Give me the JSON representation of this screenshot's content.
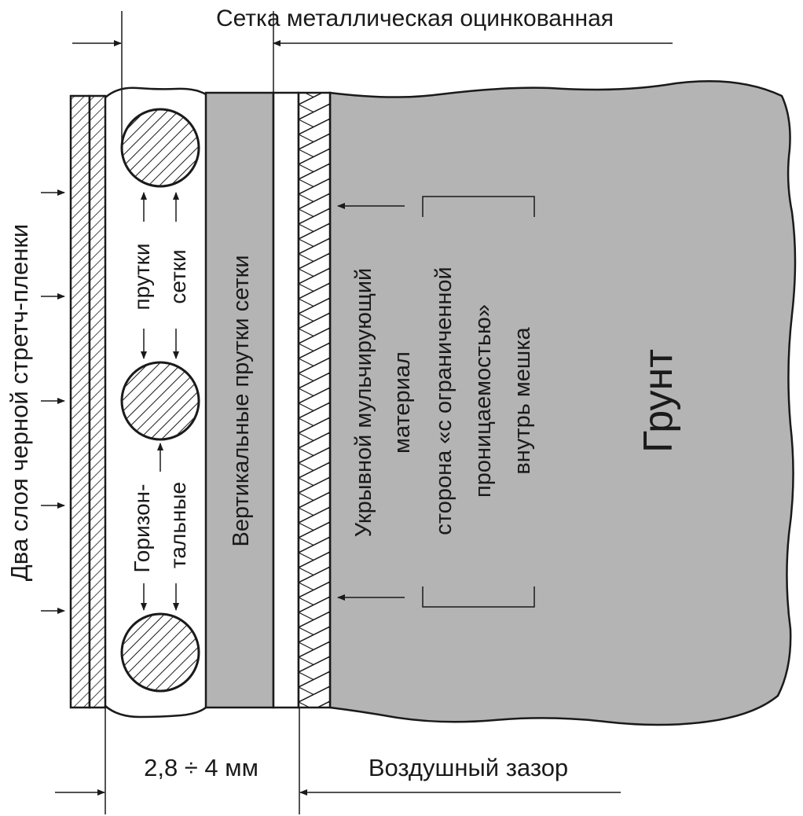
{
  "labels": {
    "mesh_top": "Сетка металлическая оцинкованная",
    "stretch_film": "Два слоя черной стретч-пленки",
    "rods_line1": "прутки",
    "rods_line2": "сетки",
    "horiz_line1": "Горизон-",
    "horiz_line2": "тальные",
    "vertical_rods": "Вертикальные прутки сетки",
    "mulch_line1": "Укрывной мульчирующий",
    "mulch_line2": "материал",
    "side_line1": "сторона «с ограниченной",
    "side_line2": "проницаемостью»",
    "side_line3": "внутрь мешка",
    "soil": "Грунт",
    "thickness": "2,8 ÷ 4 мм",
    "air_gap": "Воздушный зазор"
  },
  "colors": {
    "soil_fill": "#b4b4b4",
    "line": "#1a1a1a",
    "background": "#ffffff"
  }
}
